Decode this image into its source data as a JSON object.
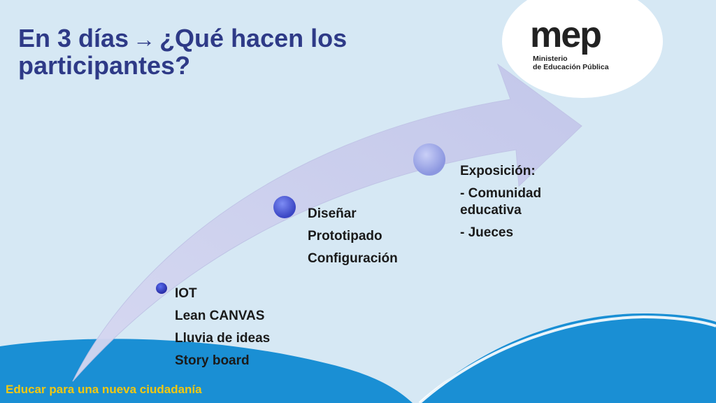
{
  "slide": {
    "title_part1": "En 3 días",
    "title_arrow": "→",
    "title_part2": "¿Qué hacen los participantes?",
    "logo": {
      "brand": "mep",
      "line1": "Ministerio",
      "line2": "de Educación Pública"
    },
    "stages": [
      {
        "items": [
          "IOT",
          "Lean CANVAS",
          "Lluvia de ideas",
          "Story board"
        ]
      },
      {
        "items": [
          "Diseñar",
          "Prototipado",
          "Configuración"
        ]
      },
      {
        "items": [
          "Exposición:",
          "- Comunidad educativa",
          "- Jueces"
        ]
      }
    ],
    "footer": "Educar para una nueva ciudadanía"
  },
  "colors": {
    "background": "#d6e8f4",
    "title": "#2e3a87",
    "arrow_fill": "#c8cbec",
    "wave_blue": "#1a8fd4",
    "footer_text": "#f2c811"
  }
}
